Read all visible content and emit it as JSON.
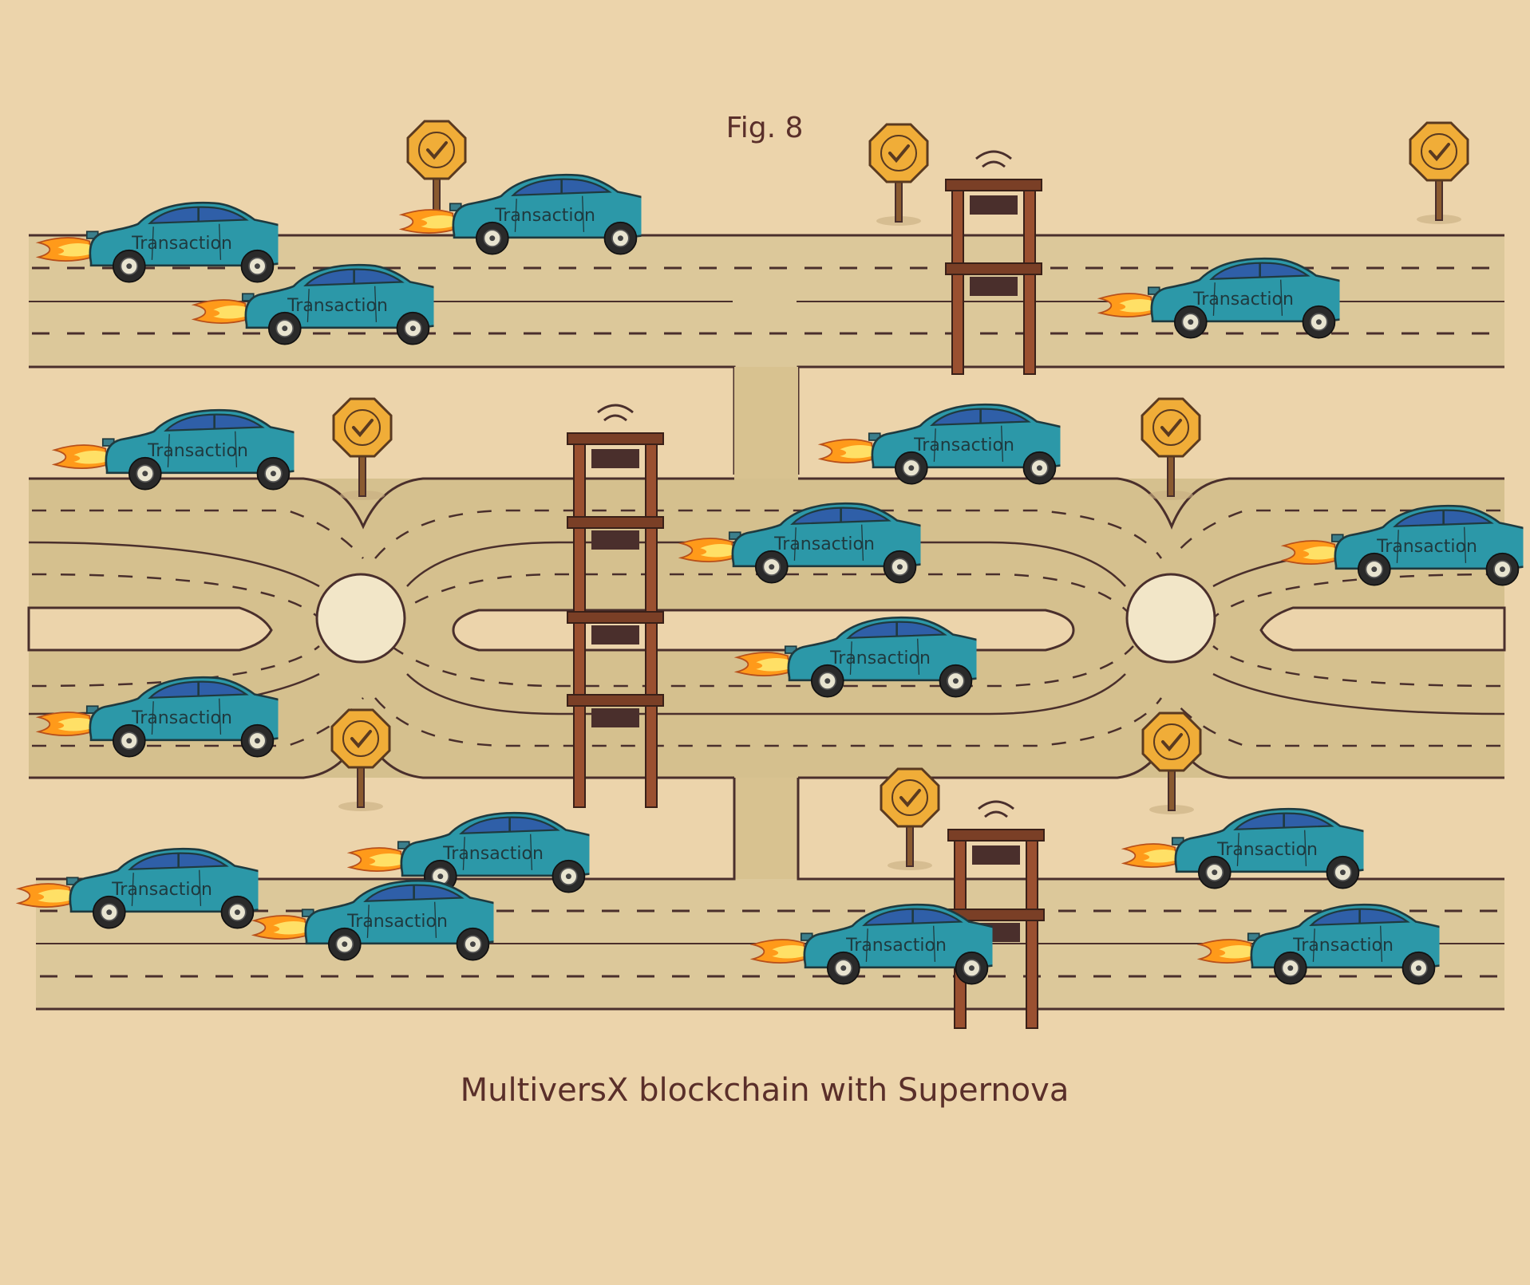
{
  "figure": {
    "label": "Fig. 8",
    "caption": "MultiversX blockchain with Supernova"
  },
  "car_label": "Transaction",
  "colors": {
    "background": "#ecd4ab",
    "road": "#dcc89a",
    "road_edge": "#4a2f2c",
    "car_body": "#2c98a8",
    "sign": "#f0ad38",
    "tower": "#8a4a2c",
    "flame": "#ff8a1c"
  },
  "icons": {
    "sign": "checkmark-sign-icon",
    "tower": "signal-tower-icon",
    "car": "car-icon",
    "flame": "rocket-flame-icon"
  }
}
